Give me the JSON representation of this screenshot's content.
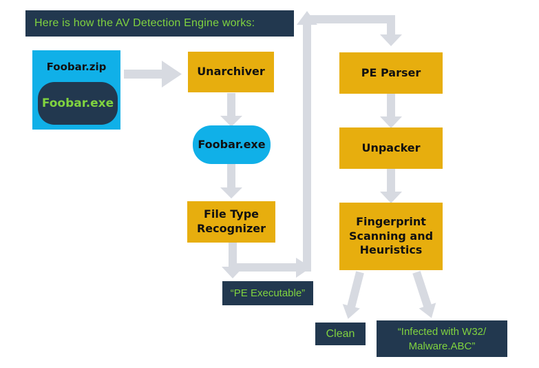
{
  "header": {
    "title": "Here is how the AV Detection Engine works:"
  },
  "input_file": {
    "archive_label": "Foobar.zip",
    "exe_label": "Foobar.exe"
  },
  "stages": {
    "unarchiver": "Unarchiver",
    "extracted_file": "Foobar.exe",
    "file_type_recognizer": "File Type Recognizer",
    "pe_parser": "PE Parser",
    "unpacker": "Unpacker",
    "fingerprint": "Fingerprint Scanning and Heuristics"
  },
  "outputs": {
    "file_type_result": "“PE Executable”",
    "clean_verdict": "Clean",
    "infected_verdict": "“Infected with W32/ Malware.ABC”"
  },
  "colors": {
    "navy": "#22384f",
    "cyan": "#10b0e8",
    "yellow": "#e7ae0e",
    "green": "#80d33f",
    "arrow_gray": "#d7dae1",
    "text_black": "#111111"
  }
}
